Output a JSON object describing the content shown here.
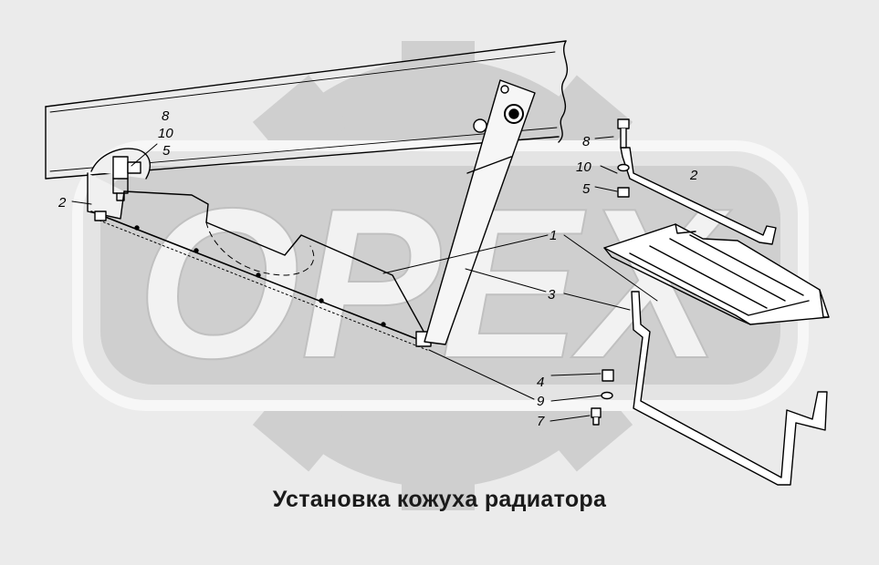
{
  "caption": "Установка кожуха радиатора",
  "watermark_text": "OPEX",
  "callouts": {
    "top_left_8": "8",
    "top_left_10": "10",
    "top_left_5": "5",
    "left_2": "2",
    "center_1": "1",
    "center_3": "3",
    "bolt_8": "8",
    "washer_10": "10",
    "washer_5": "5",
    "bracket_2": "2",
    "nut_4": "4",
    "washer_9": "9",
    "bolt_7": "7"
  },
  "colors": {
    "background": "#ebebeb",
    "watermark_fill": "#cfcfcf",
    "watermark_letters": "#f2f2f2",
    "line": "#000000"
  }
}
